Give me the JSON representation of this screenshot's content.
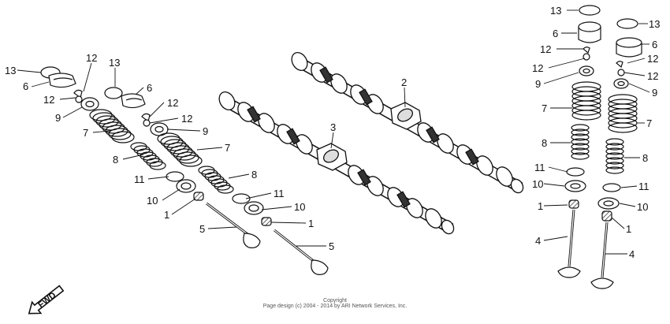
{
  "diagram": {
    "fwd_label": "FWD",
    "copyright_line1": "Copyright",
    "copyright_line2": "Page design (c) 2004 - 2014 by ARI Network Services, Inc.",
    "callout_labels": {
      "c1": "1",
      "c2": "2",
      "c3": "3",
      "c4": "4",
      "c5": "5",
      "c6": "6",
      "c7": "7",
      "c8": "8",
      "c9": "9",
      "c10": "10",
      "c11": "11",
      "c12": "12",
      "c13": "13"
    }
  }
}
